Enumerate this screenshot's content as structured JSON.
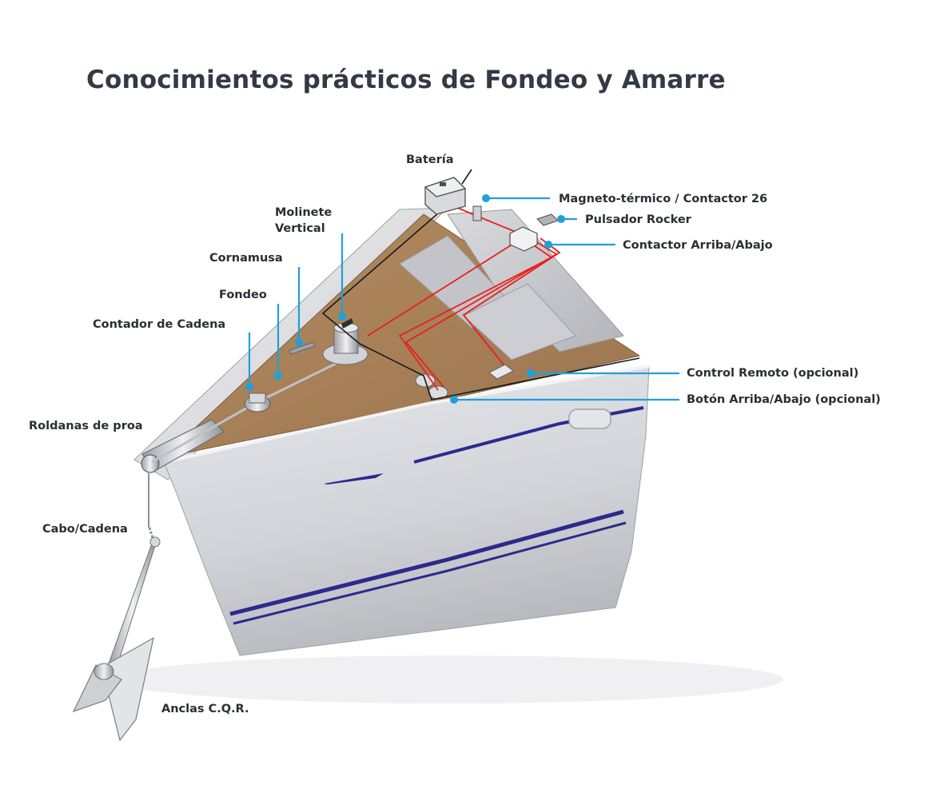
{
  "title": "Conocimientos prácticos de Fondeo y Amarre",
  "colors": {
    "leader": "#1fa0dc",
    "wire_red": "#e8201c",
    "wire_black": "#1a1a1a",
    "deck": "#a9825a",
    "hull": "#d6d7dc",
    "stripe": "#2c2a8c",
    "text": "#2b2e33"
  },
  "labels": {
    "bateria": "Batería",
    "magneto": "Magneto-térmico / Contactor 26",
    "pulsador": "Pulsador Rocker",
    "contactor": "Contactor Arriba/Abajo",
    "molinete_1": "Molinete",
    "molinete_2": "Vertical",
    "cornamusa": "Cornamusa",
    "fondeo": "Fondeo",
    "contador": "Contador de Cadena",
    "control": "Control Remoto (opcional)",
    "boton": "Botón Arriba/Abajo (opcional)",
    "roldanas": "Roldanas de proa",
    "cabo": "Cabo/Cadena",
    "anclas": "Anclas C.Q.R."
  }
}
